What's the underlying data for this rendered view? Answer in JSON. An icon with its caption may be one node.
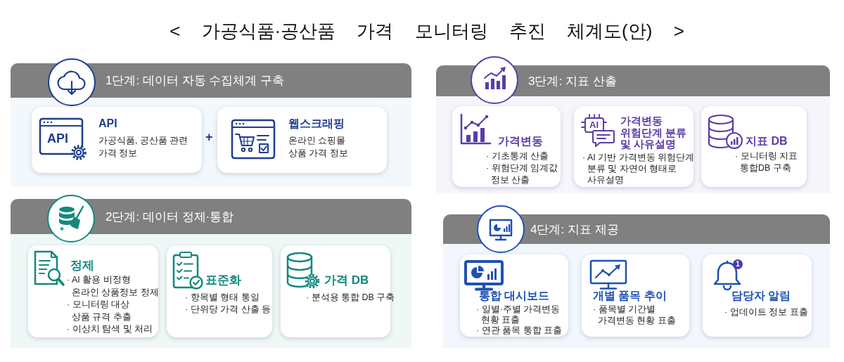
{
  "diagram": {
    "title": "< 가공식품·공산품 가격 모니터링 추진 체계도(안) >",
    "nodes": [
      {
        "text": [
          "1단계: 데이터 자동 수집체계 구축"
        ]
      },
      {
        "text": [
          "API",
          "가공식품, 공산품 관련 가격 정보"
        ],
        "in": 0
      },
      {
        "text": [
          "웹스크래핑",
          "온라인 쇼핑몰 상품 가격 정보"
        ],
        "in": 0
      },
      {
        "text": [
          "2단계: 데이터 정제·통합"
        ]
      },
      {
        "text": [
          "정제",
          "· AI 활용 비정형 온라인 상품정보 정제",
          "· 모니터링 대상 상품 규격 추출",
          "· 이상치 탐색 및 처리"
        ],
        "in": 3
      },
      {
        "text": [
          "표준화",
          "· 항목별 형태 통일",
          "· 단위당 가격 산출 등"
        ],
        "in": 3
      },
      {
        "text": [
          "가격 DB",
          "· 분석용 통합 DB 구축"
        ],
        "in": 3
      },
      {
        "text": [
          "3단계: 지표 산출"
        ]
      },
      {
        "text": [
          "가격변동",
          "· 기초통계 산출",
          "· 위험단계 임계값 정보 산출"
        ],
        "in": 7
      },
      {
        "text": [
          "가격변동 위험단계 분류 및 사유설명",
          "· AI 기반 가격변동 위험단계 분류 및 자연어 형태로 사유설명"
        ],
        "in": 7
      },
      {
        "text": [
          "지표 DB",
          "· 모니터링 지표 통합DB 구축"
        ],
        "in": 7
      },
      {
        "text": [
          "4단계: 지표 제공"
        ]
      },
      {
        "text": [
          "통합 대시보드",
          "· 일별·주별 가격변동 현황 표출",
          "· 연관 품목 통합 표출"
        ],
        "in": 11
      },
      {
        "text": [
          "개별 품목 추이",
          "· 품목별 기간별 가격변동 현황 표출"
        ],
        "in": 11
      },
      {
        "text": [
          "담당자 알림",
          "· 업데이트 정보 표출"
        ],
        "in": 11
      }
    ],
    "labels": [
      "API",
      "+",
      "AI",
      "1"
    ]
  }
}
